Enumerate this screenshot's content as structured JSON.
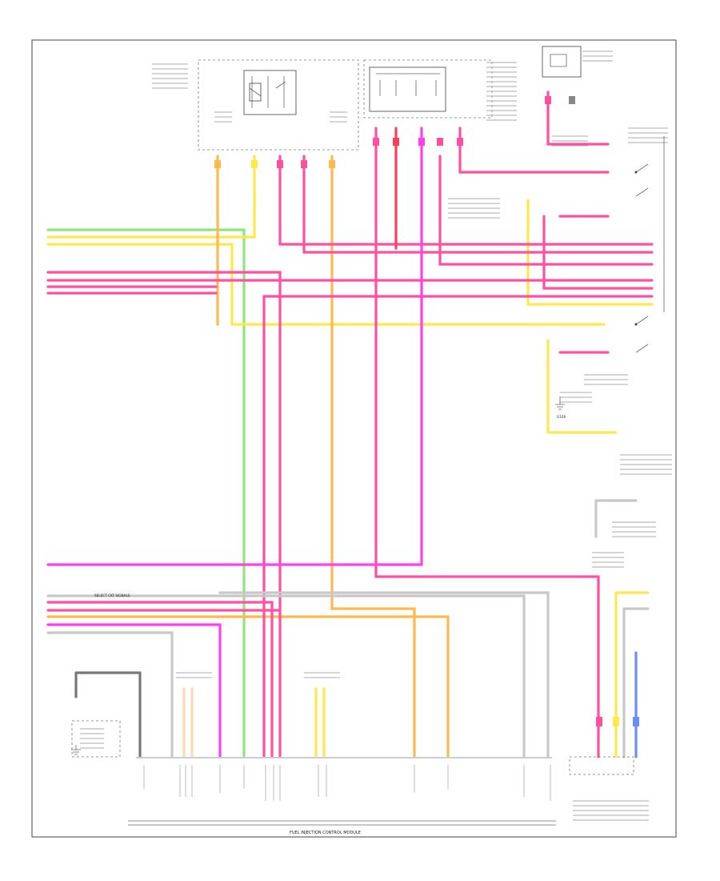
{
  "diagram": {
    "module_name": "FUEL INJECTION CONTROL MODULE",
    "bus_label": "SELECT CKT SIGNALS",
    "ground_label": "G100"
  },
  "colors": {
    "pink": "#ff4fa0",
    "magenta": "#ff3df2",
    "yellow": "#ffe84d",
    "green": "#8ee67a",
    "orange": "#ffb84d",
    "peach": "#ffc9a0",
    "gray": "#b8b8b8",
    "blue": "#6b8cff",
    "red": "#ff3d5a"
  },
  "icons": [
    "relay-icon",
    "switch-icon",
    "ground-icon",
    "connector-icon"
  ]
}
